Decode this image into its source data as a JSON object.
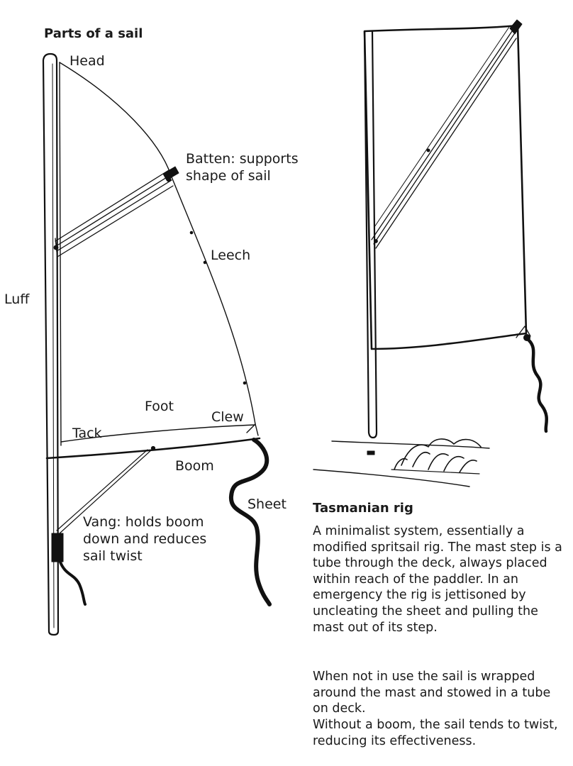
{
  "left_diagram": {
    "title": "Parts of a sail",
    "labels": {
      "head": "Head",
      "batten": "Batten: supports shape of sail",
      "leech": "Leech",
      "luff": "Luff",
      "foot": "Foot",
      "clew": "Clew",
      "tack": "Tack",
      "boom": "Boom",
      "sheet": "Sheet",
      "vang": "Vang: holds boom down and reduces sail twist"
    }
  },
  "right_diagram": {
    "title": "Tasmanian rig",
    "paragraphs": [
      "A minimalist system, essentially a modified spritsail rig. The mast step is a tube through the deck, always placed within reach of the paddler. In an emergency the rig is jettisoned by uncleating the sheet and pulling the mast out of its step.",
      "When not in use the sail is wrapped around the mast and stowed in a tube on deck.",
      "Without a boom, the sail tends to twist, reducing its effectiveness."
    ]
  }
}
